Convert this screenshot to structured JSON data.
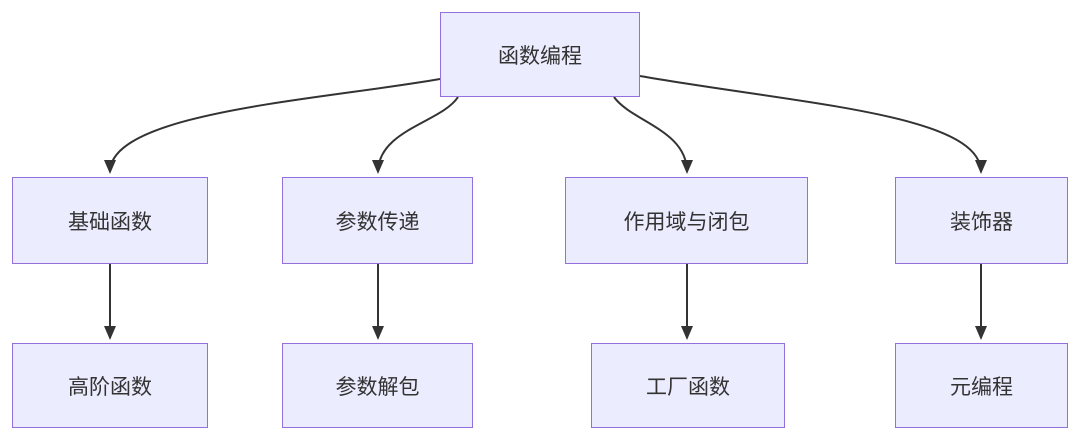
{
  "diagram": {
    "type": "flowchart",
    "direction": "top-down",
    "colors": {
      "background": "#ffffff",
      "node_fill": "#ECECFF",
      "node_border": "#9370DB",
      "edge_color": "#333333",
      "text_color": "#333333"
    },
    "nodes": [
      {
        "id": "functional-programming",
        "label": "函数编程"
      },
      {
        "id": "basic-functions",
        "label": "基础函数"
      },
      {
        "id": "parameter-passing",
        "label": "参数传递"
      },
      {
        "id": "scope-and-closures",
        "label": "作用域与闭包"
      },
      {
        "id": "decorators",
        "label": "装饰器"
      },
      {
        "id": "higher-order-functions",
        "label": "高阶函数"
      },
      {
        "id": "parameter-unpacking",
        "label": "参数解包"
      },
      {
        "id": "factory-functions",
        "label": "工厂函数"
      },
      {
        "id": "metaprogramming",
        "label": "元编程"
      }
    ],
    "edges": [
      {
        "from": "函数编程",
        "to": "基础函数"
      },
      {
        "from": "函数编程",
        "to": "参数传递"
      },
      {
        "from": "函数编程",
        "to": "作用域与闭包"
      },
      {
        "from": "函数编程",
        "to": "装饰器"
      },
      {
        "from": "基础函数",
        "to": "高阶函数"
      },
      {
        "from": "参数传递",
        "to": "参数解包"
      },
      {
        "from": "作用域与闭包",
        "to": "工厂函数"
      },
      {
        "from": "装饰器",
        "to": "元编程"
      }
    ]
  }
}
